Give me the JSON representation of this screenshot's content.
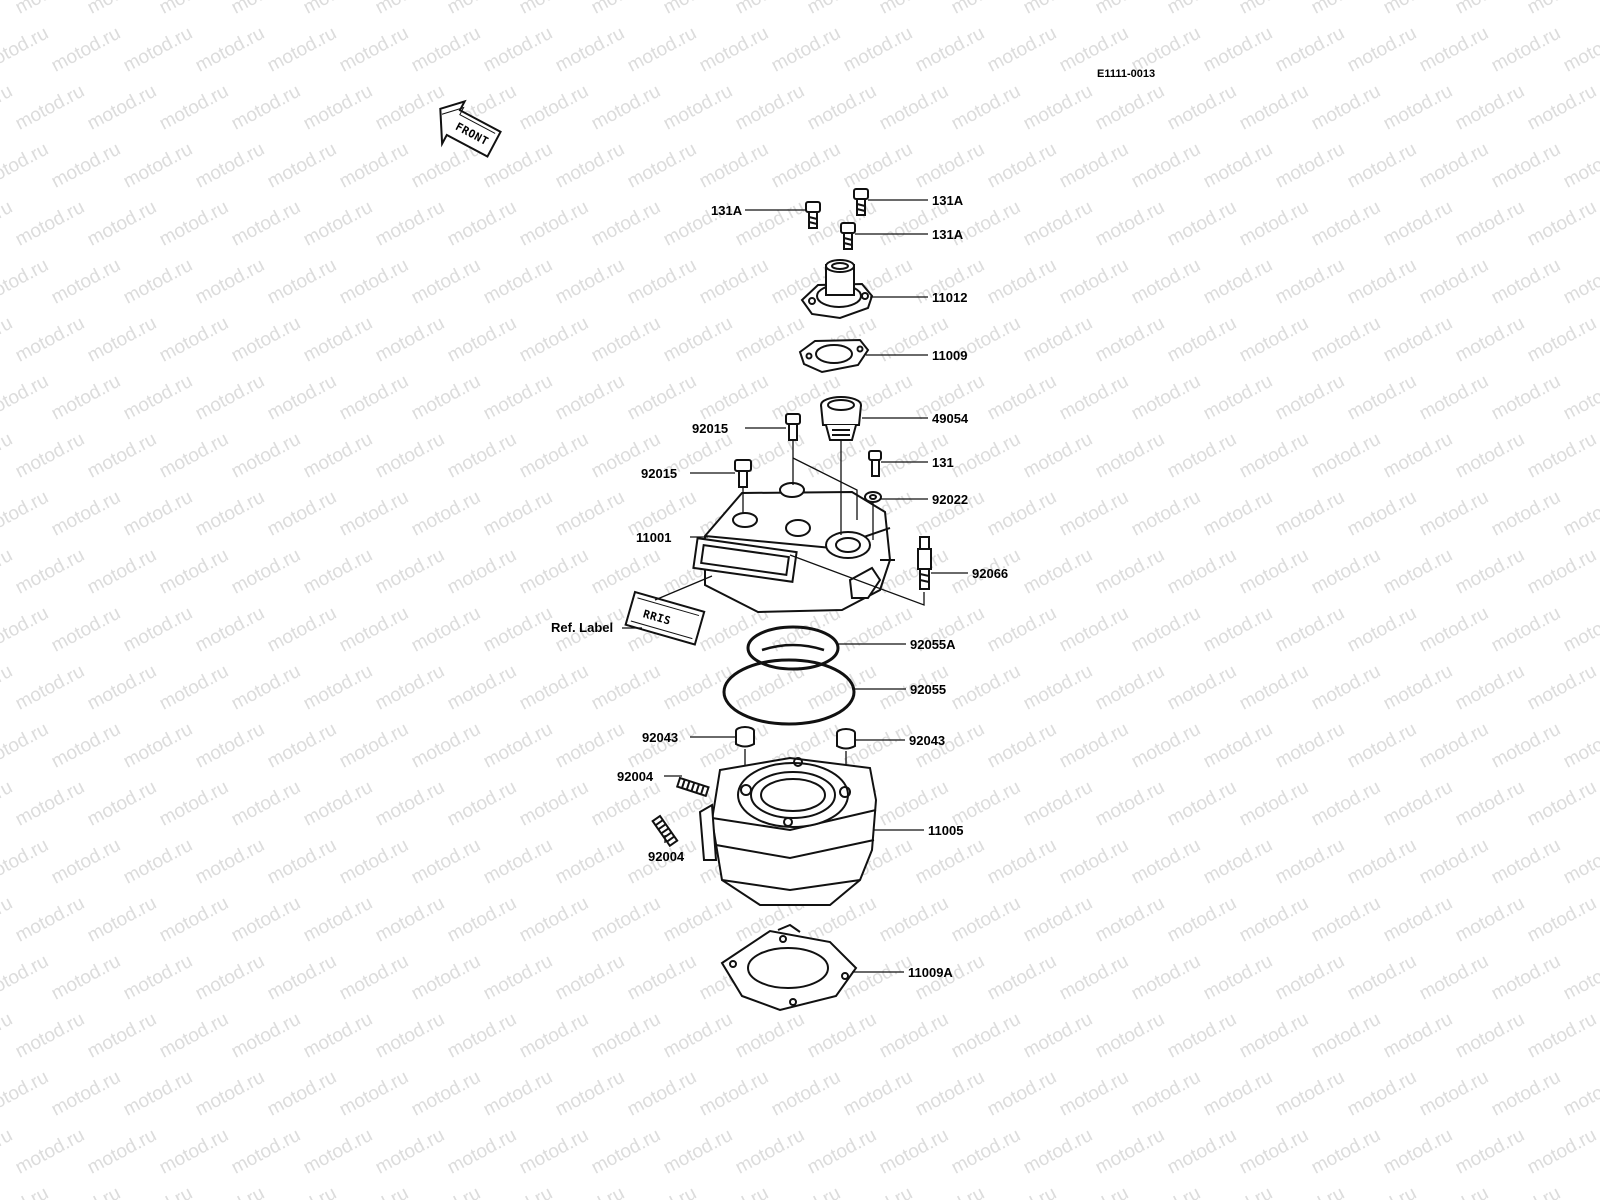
{
  "document_code": "E1111-0013",
  "front_marker": "FRONT",
  "watermark_text": "motod.ru",
  "labels": {
    "bolt_131A_left": "131A",
    "bolt_131A_top_right": "131A",
    "bolt_131A_mid_right": "131A",
    "cap_11012": "11012",
    "gasket_11009": "11009",
    "thermostat_49054": "49054",
    "bolt_92015_upper": "92015",
    "bolt_92015_lower": "92015",
    "bolt_131": "131",
    "washer_92022": "92022",
    "cylinder_head_11001": "11001",
    "spark_plug_92066": "92066",
    "ref_label": "Ref. Label",
    "ref_label_plate": "RRIS",
    "o_ring_92055A": "92055A",
    "o_ring_92055": "92055",
    "dowel_92043_left": "92043",
    "dowel_92043_right": "92043",
    "stud_92004_upper": "92004",
    "stud_92004_lower": "92004",
    "cylinder_11005": "11005",
    "base_gasket_11009A": "11009A"
  }
}
